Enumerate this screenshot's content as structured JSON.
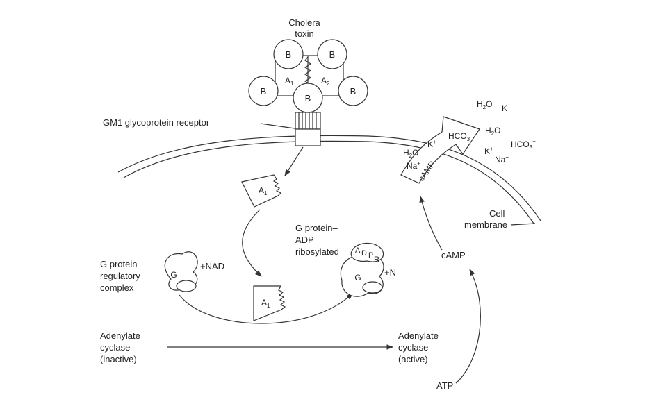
{
  "toxin": {
    "line1": "Cholera",
    "line2": "toxin"
  },
  "subunits": {
    "b": "B",
    "a1": "A",
    "a1_sub": "1",
    "a2": "A",
    "a2_sub": "2"
  },
  "receptor": {
    "label": "GM1 glycoprotein receptor"
  },
  "fragment": {
    "label": "A",
    "sub": "1"
  },
  "g_complex": {
    "line1": "G protein",
    "line2": "regulatory",
    "line3": "complex",
    "g": "G",
    "nad": "+NAD"
  },
  "g_ribosylated": {
    "line1": "G protein–",
    "line2": "ADP",
    "line3": "ribosylated",
    "g": "G",
    "adpr": [
      "A",
      "D",
      "P",
      "R"
    ],
    "plus_n": "+N"
  },
  "adenylate_inactive": {
    "line1": "Adenylate",
    "line2": "cyclase",
    "line3": "(inactive)"
  },
  "adenylate_active": {
    "line1": "Adenylate",
    "line2": "cyclase",
    "line3": "(active)"
  },
  "atp": "ATP",
  "camp_label": "cAMP",
  "camp_channel": "cAMP",
  "membrane": {
    "line1": "Cell",
    "line2": "membrane"
  },
  "ions": {
    "h2o": "H",
    "two": "2",
    "o": "O",
    "k": "K",
    "na": "Na",
    "plus": "+",
    "hco": "HCO",
    "three": "3",
    "minus": "−"
  }
}
